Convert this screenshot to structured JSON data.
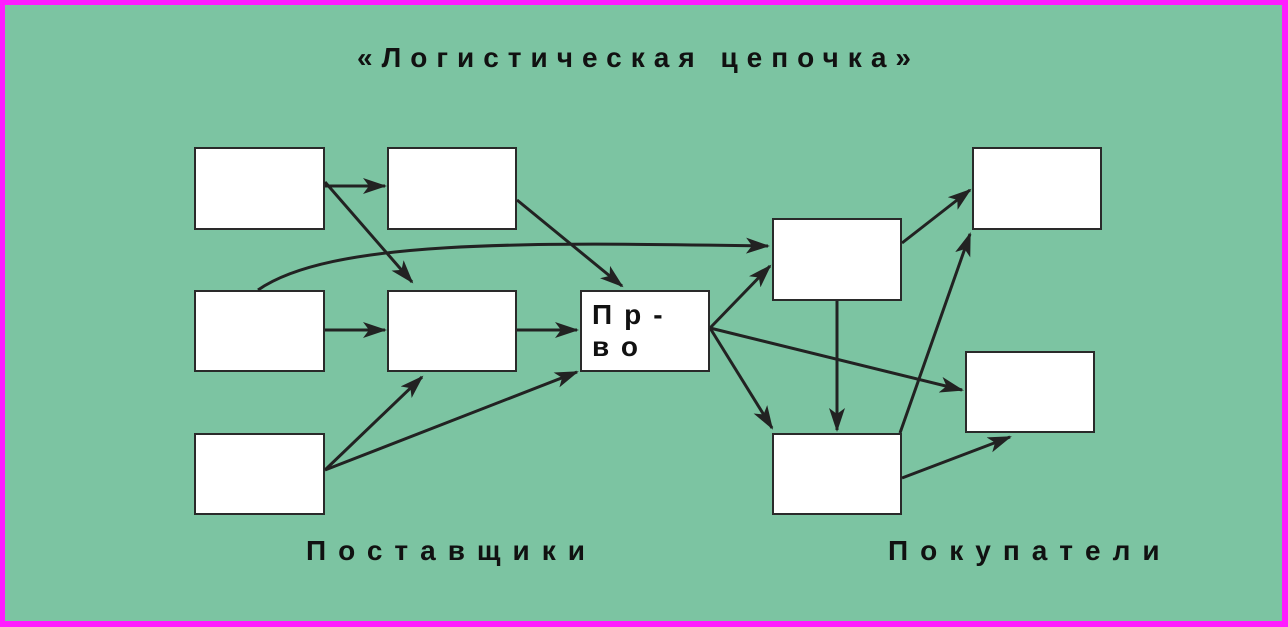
{
  "diagram": {
    "title": "«Логистическая цепочка»",
    "production_label": "Пр-во",
    "suppliers_label": "Поставщики",
    "buyers_label": "Покупатели"
  },
  "colors": {
    "frame": "#ff1cff",
    "background": "#7cc4a2",
    "box_fill": "#ffffff",
    "line": "#222222"
  }
}
